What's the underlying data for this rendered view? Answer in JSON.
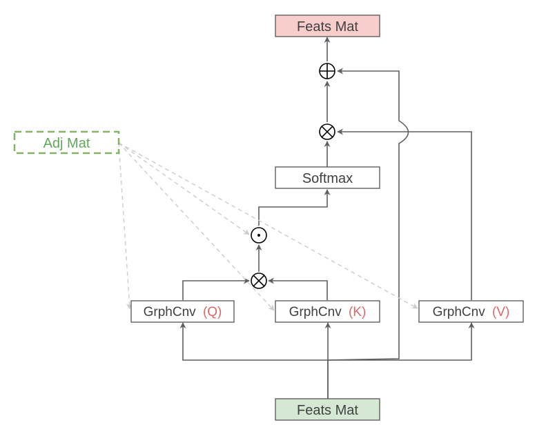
{
  "nodes": {
    "feats_top": {
      "label": "Feats Mat"
    },
    "feats_bottom": {
      "label": "Feats Mat"
    },
    "softmax": {
      "label": "Softmax"
    },
    "adj": {
      "label": "Adj Mat"
    },
    "gc_q": {
      "label": "GrphCnv",
      "tag": "(Q)"
    },
    "gc_k": {
      "label": "GrphCnv",
      "tag": "(K)"
    },
    "gc_v": {
      "label": "GrphCnv",
      "tag": "(V)"
    }
  },
  "operators": {
    "add": "plus",
    "matmul_v": "times",
    "hadamard": "dot",
    "matmul_qk": "times"
  },
  "colors": {
    "output_fill": "#f8cecc",
    "input_fill": "#d5e8d4",
    "adj_stroke": "#82b366",
    "adj_text": "#5fa85a",
    "accent": "#e06666",
    "edge": "#5f5f5f",
    "mask_edge": "#cccccc"
  }
}
